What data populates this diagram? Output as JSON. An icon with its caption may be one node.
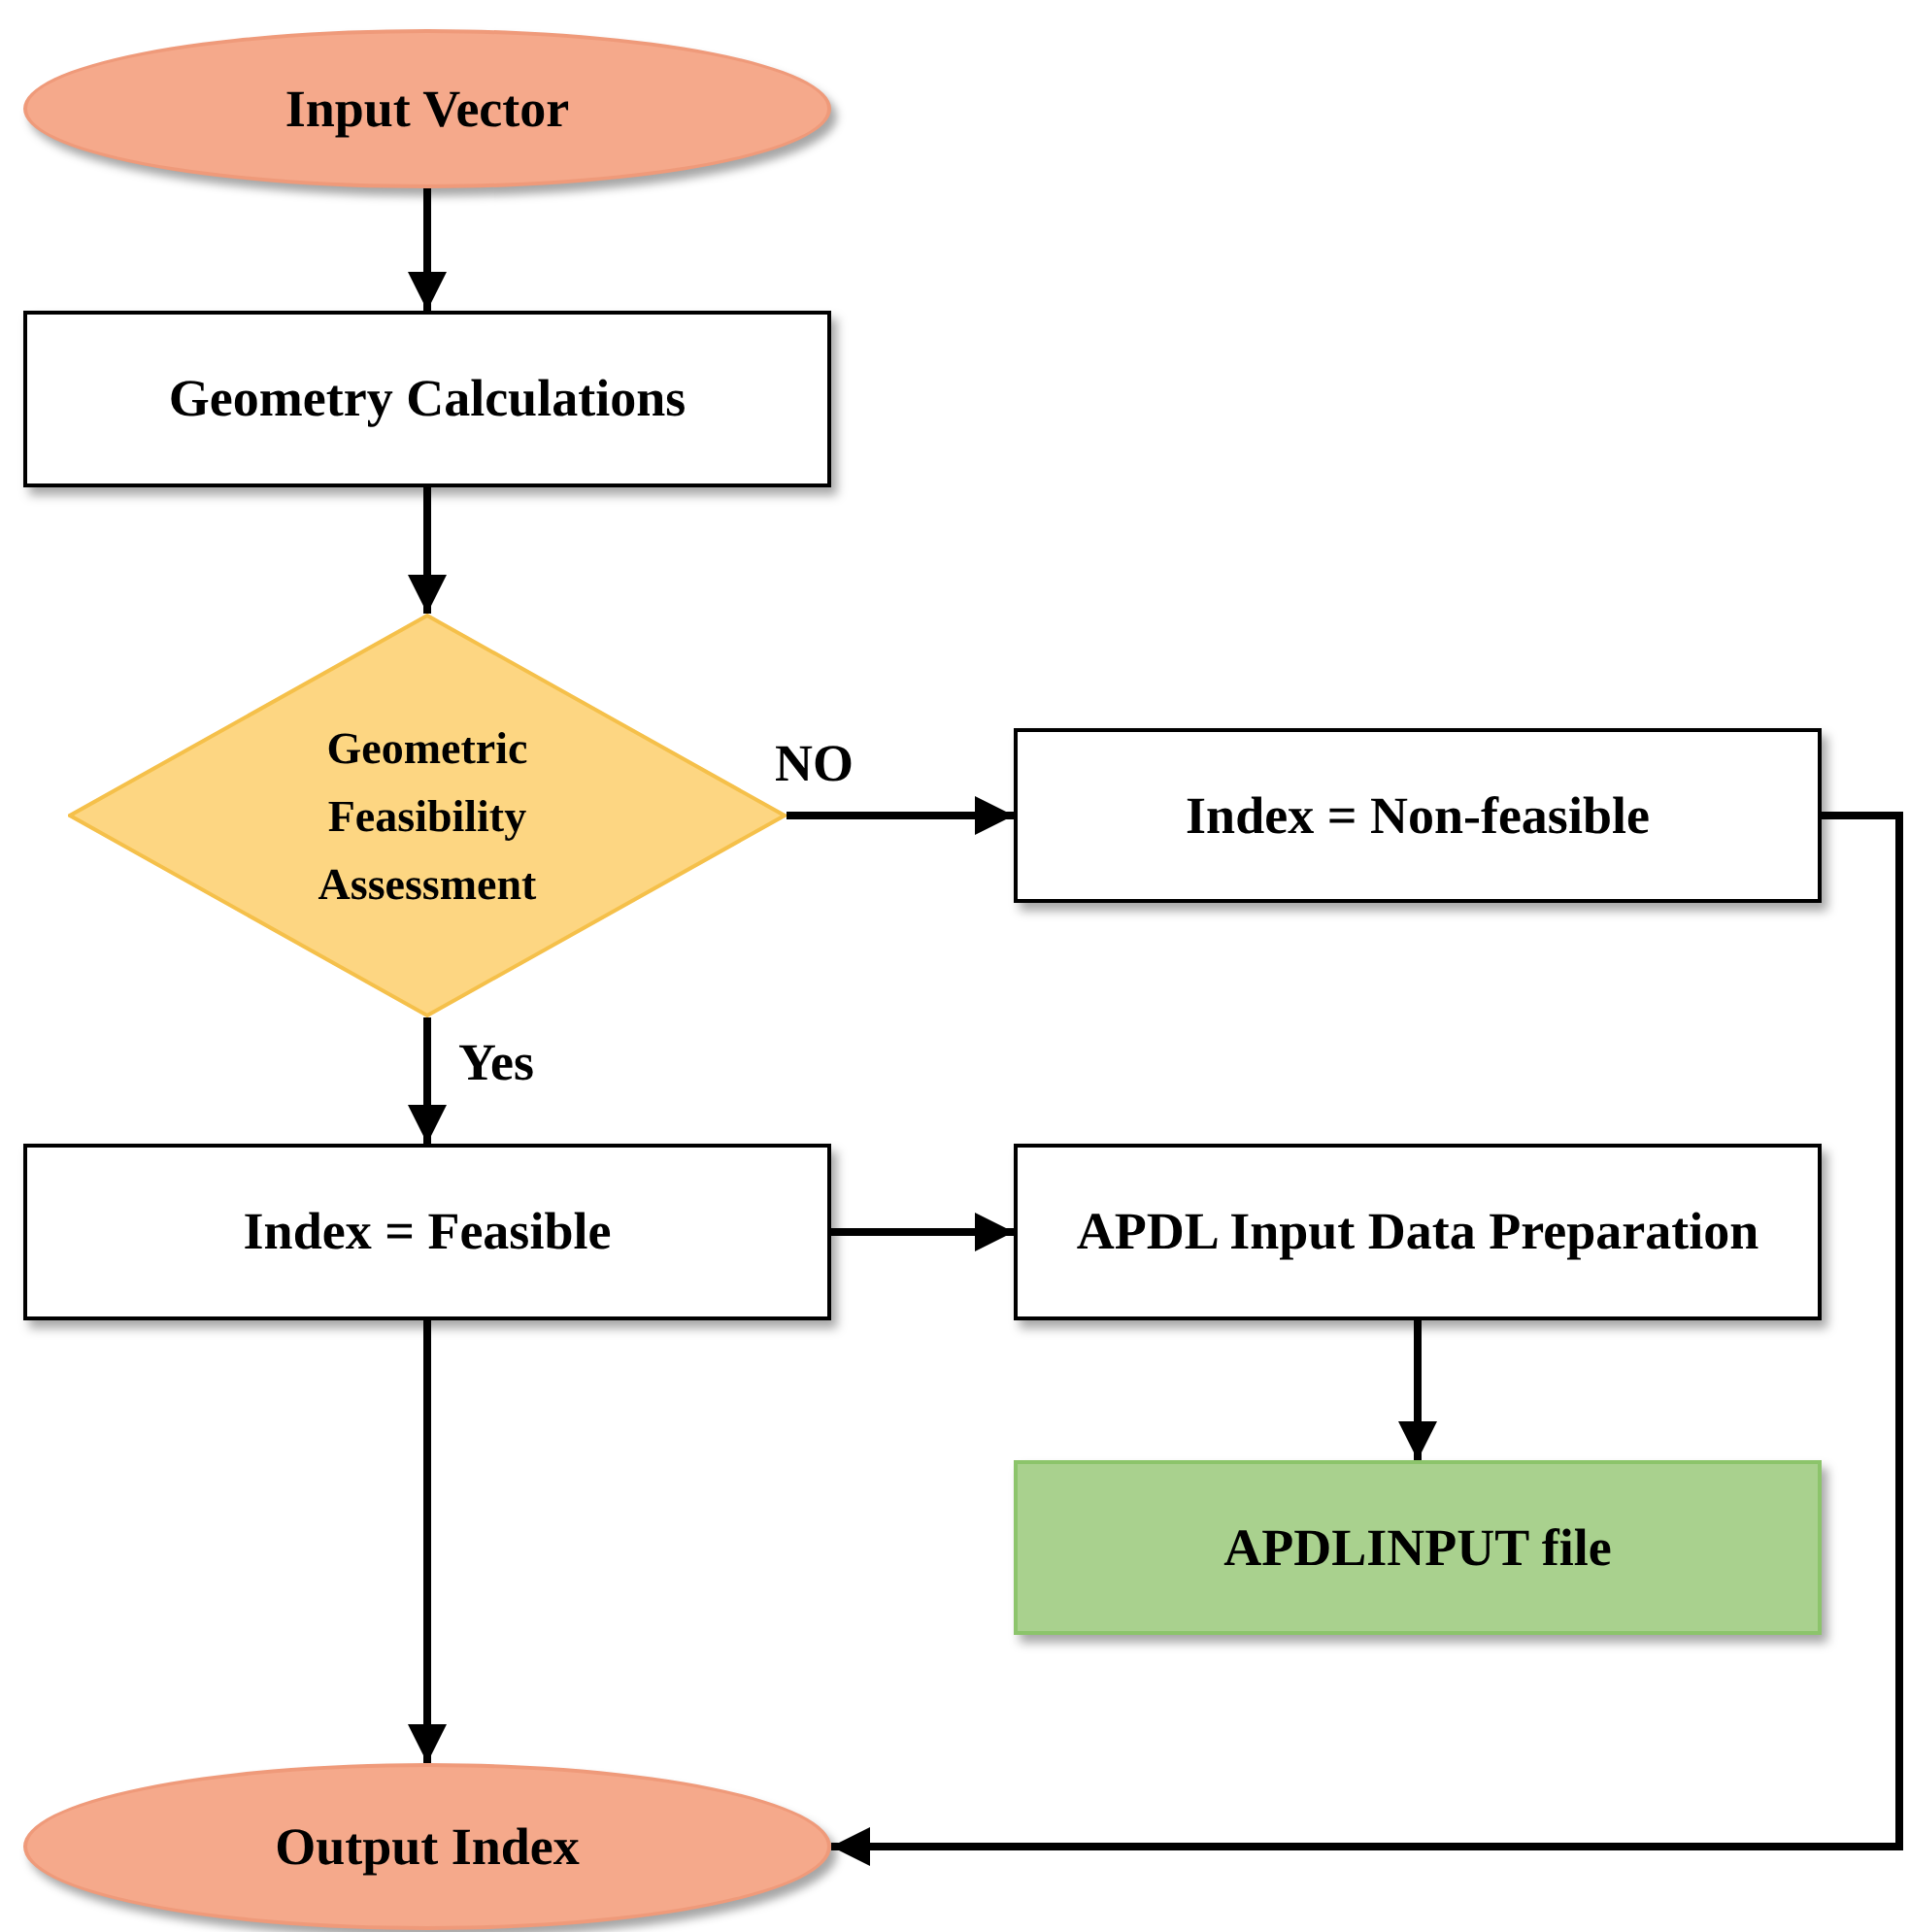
{
  "diagram": {
    "nodes": [
      {
        "text": [
          "Input Vector"
        ]
      },
      {
        "text": [
          "Geometry Calculations"
        ]
      },
      {
        "text": [
          "Geometric Feasibility Assessment"
        ]
      },
      {
        "text": [
          "Index = Non-feasible"
        ]
      },
      {
        "text": [
          "Index = Feasible"
        ]
      },
      {
        "text": [
          "APDL Input Data Preparation"
        ]
      },
      {
        "text": [
          "APDLINPUT file"
        ]
      },
      {
        "text": [
          "Output Index"
        ]
      }
    ],
    "edges": [
      {
        "from": 0,
        "to": 1,
        "arrow": "to"
      },
      {
        "from": 1,
        "to": 2,
        "arrow": "to"
      },
      {
        "from": 2,
        "to": 3,
        "arrow": "to",
        "label": "NO"
      },
      {
        "from": 2,
        "to": 4,
        "arrow": "to",
        "label": "Yes"
      },
      {
        "from": 4,
        "to": 5,
        "arrow": "to"
      },
      {
        "from": 5,
        "to": 6,
        "arrow": "to"
      },
      {
        "from": 4,
        "to": 7,
        "arrow": "to"
      },
      {
        "from": 3,
        "to": 7,
        "arrow": "to"
      }
    ]
  }
}
